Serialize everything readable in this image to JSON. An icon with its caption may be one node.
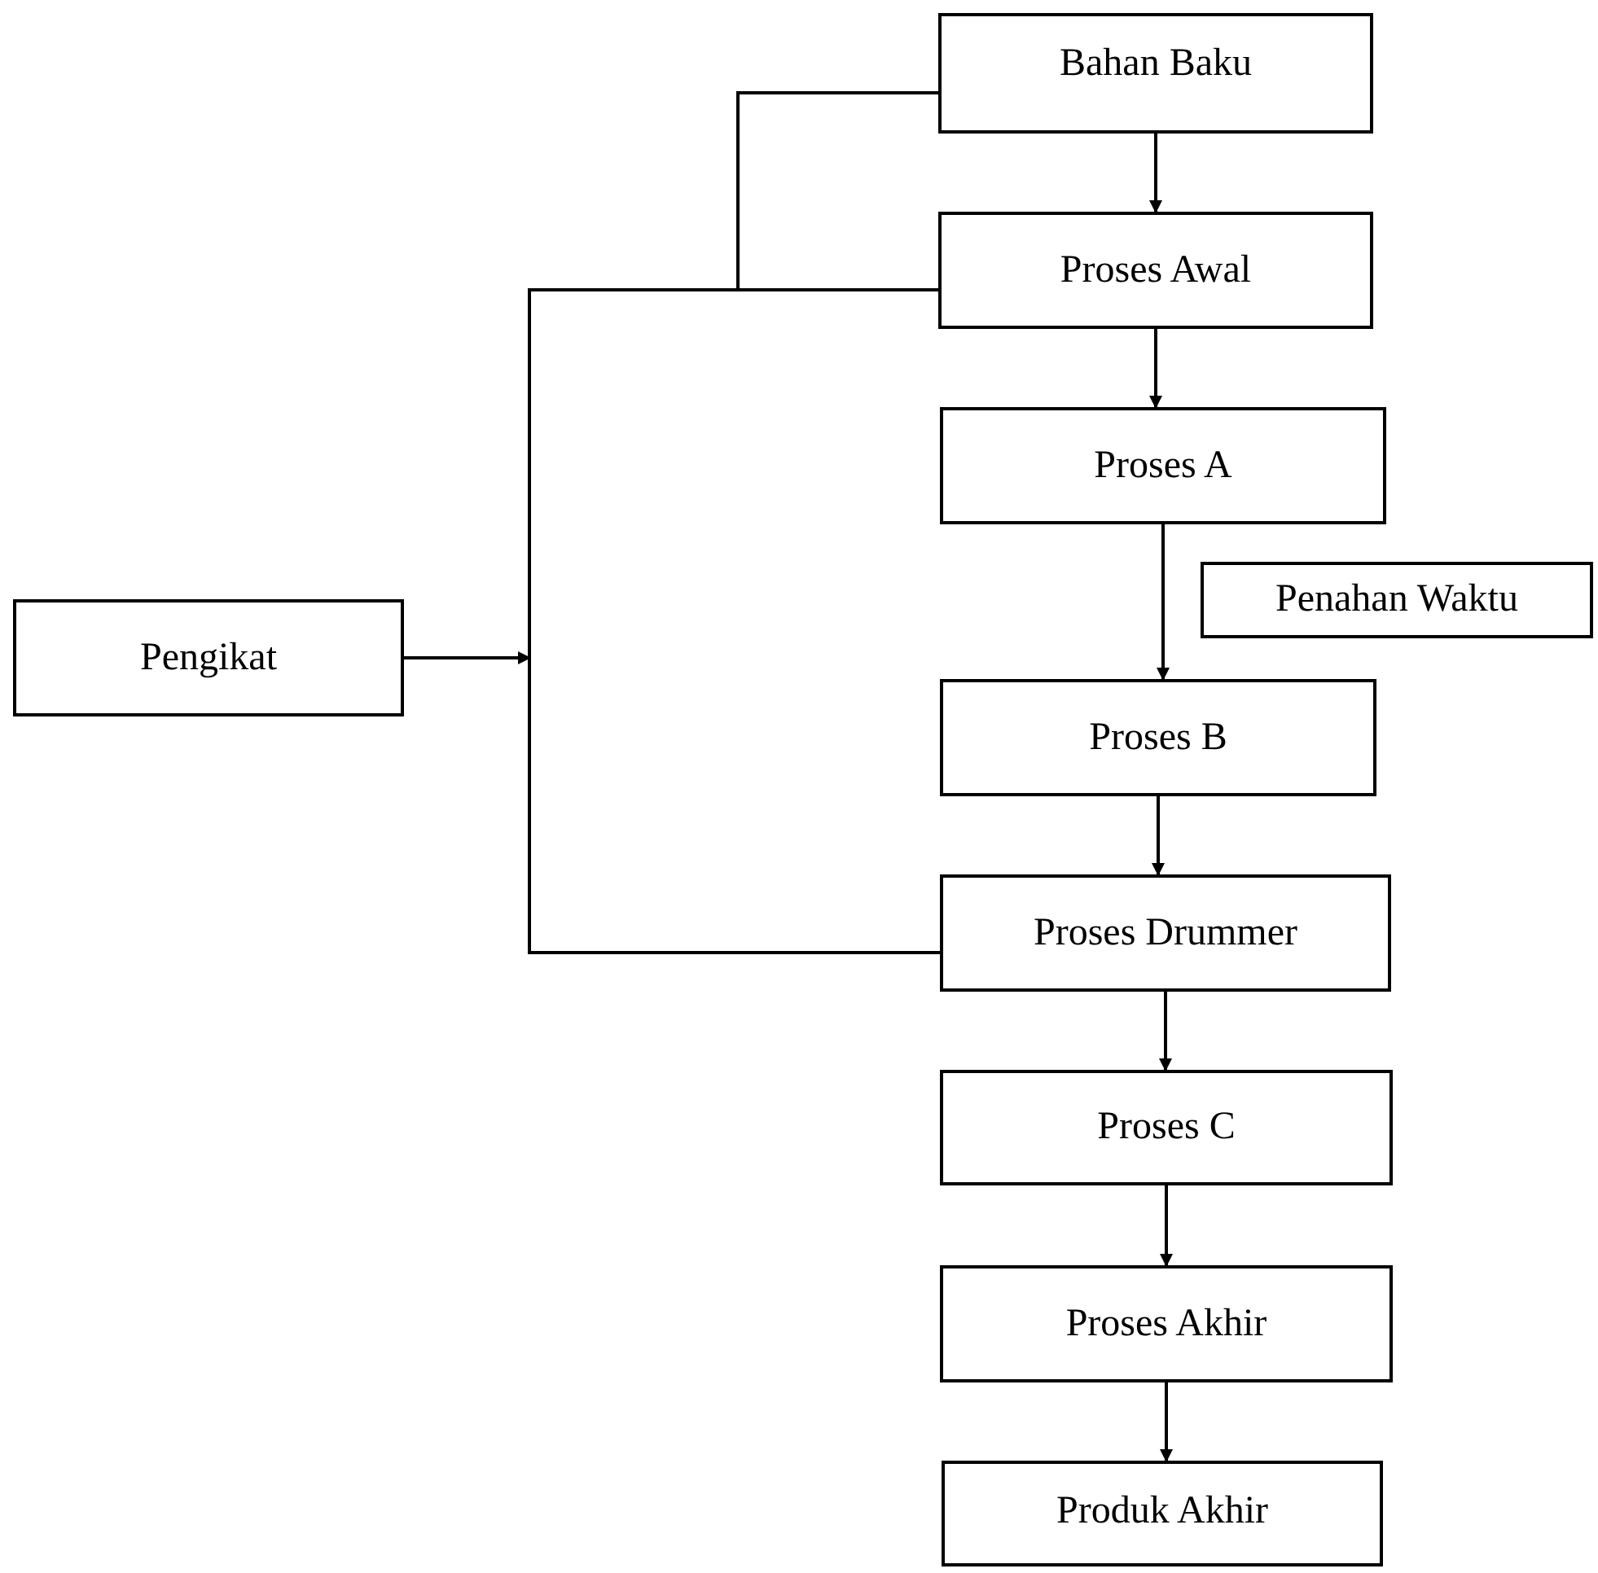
{
  "diagram": {
    "nodes": [
      {
        "text": [
          "Bahan Baku"
        ]
      },
      {
        "text": [
          "Proses Awal"
        ]
      },
      {
        "text": [
          "Proses A"
        ]
      },
      {
        "text": [
          "Penahan Waktu"
        ]
      },
      {
        "text": [
          "Pengikat"
        ]
      },
      {
        "text": [
          "Proses B"
        ]
      },
      {
        "text": [
          "Proses Drummer"
        ]
      },
      {
        "text": [
          "Proses C"
        ]
      },
      {
        "text": [
          "Proses Akhir"
        ]
      },
      {
        "text": [
          "Produk Akhir"
        ]
      }
    ],
    "edges": [
      {
        "from": 0,
        "to": 1,
        "arrow": "to"
      },
      {
        "from": 1,
        "to": 2,
        "arrow": "to"
      },
      {
        "from": 2,
        "to": 5,
        "arrow": "to"
      },
      {
        "from": 5,
        "to": 6,
        "arrow": "to"
      },
      {
        "from": 6,
        "to": 7,
        "arrow": "to"
      },
      {
        "from": 7,
        "to": 8,
        "arrow": "to"
      },
      {
        "from": 8,
        "to": 9,
        "arrow": "to"
      },
      {
        "from": 0,
        "to": 1,
        "arrow": "none"
      },
      {
        "from": 0,
        "to": 6,
        "arrow": "none"
      },
      {
        "from": 1,
        "to": 6,
        "arrow": "none"
      },
      {
        "from": 4,
        "to": null,
        "arrow": "to"
      }
    ]
  }
}
